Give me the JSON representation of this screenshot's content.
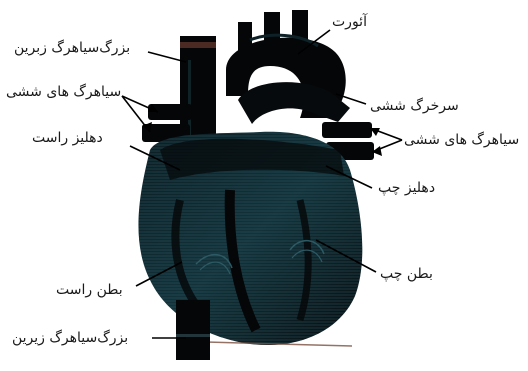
{
  "labels": {
    "superior_vena_cava": "بزرگ‌سیاهرگ زبرین",
    "aorta": "آئورت",
    "pulmonary_veins_left": "سیاهرگ های ششی",
    "pulmonary_artery": "سرخرگ ششی",
    "right_atrium": "دهلیز راست",
    "pulmonary_veins_right": "سیاهرگ های ششی",
    "left_atrium": "دهلیز چپ",
    "left_ventricle": "بطن چپ",
    "right_ventricle": "بطن راست",
    "inferior_vena_cava": "بزرگ‌سیاهرگ زیرین"
  },
  "colors": {
    "background": "#ffffff",
    "heart_dark": "#050608",
    "heart_shade": "#0b1a20",
    "heart_teal": "#3a6f7a",
    "vessel_highlight": "#7a5040",
    "leader_line": "#000000",
    "label_text": "#1a1a1a"
  }
}
